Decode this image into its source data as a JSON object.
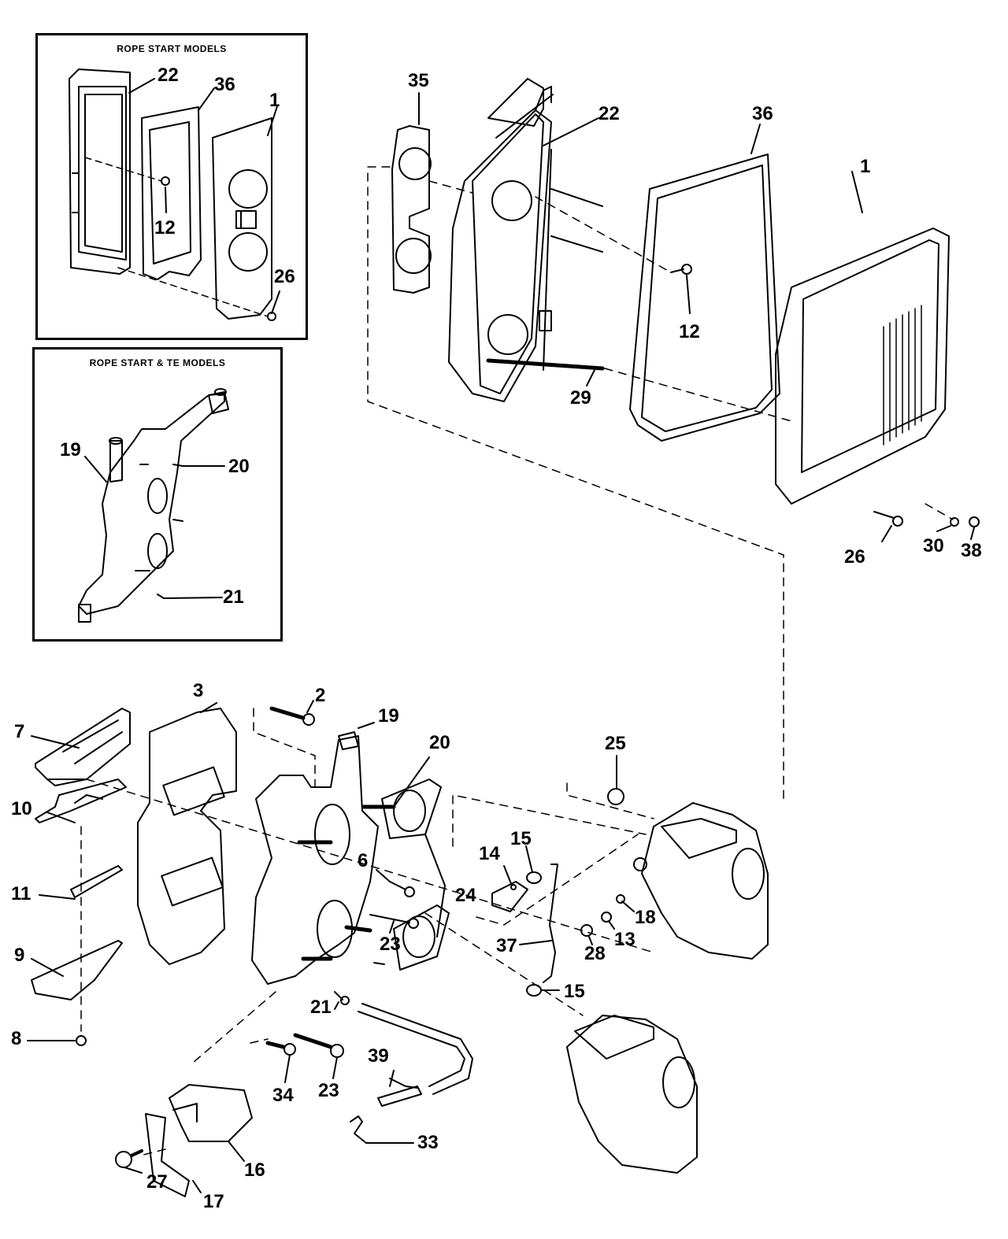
{
  "insets": [
    {
      "title": "ROPE START MODELS",
      "callouts": [
        "22",
        "36",
        "1",
        "12",
        "26"
      ]
    },
    {
      "title": "ROPE START & TE MODELS",
      "callouts": [
        "19",
        "20",
        "21"
      ]
    }
  ],
  "upper_assembly": {
    "callouts": [
      "35",
      "22",
      "36",
      "1",
      "12",
      "29",
      "26",
      "30",
      "38"
    ]
  },
  "lower_assembly": {
    "callouts": [
      "2",
      "3",
      "7",
      "10",
      "11",
      "9",
      "8",
      "19",
      "20",
      "6",
      "24",
      "23",
      "21",
      "14",
      "15",
      "15",
      "37",
      "25",
      "18",
      "13",
      "28",
      "16",
      "17",
      "27",
      "34",
      "23",
      "39",
      "33"
    ]
  },
  "labels": {
    "inset1_22": "22",
    "inset1_36": "36",
    "inset1_1": "1",
    "inset1_12": "12",
    "inset1_26": "26",
    "inset2_19": "19",
    "inset2_20": "20",
    "inset2_21": "21",
    "up_35": "35",
    "up_22": "22",
    "up_36": "36",
    "up_1": "1",
    "up_12": "12",
    "up_29": "29",
    "up_26": "26",
    "up_30": "30",
    "up_38": "38",
    "lo_2": "2",
    "lo_3": "3",
    "lo_7": "7",
    "lo_10": "10",
    "lo_11": "11",
    "lo_9": "9",
    "lo_8": "8",
    "lo_19": "19",
    "lo_20": "20",
    "lo_6": "6",
    "lo_24": "24",
    "lo_23a": "23",
    "lo_21": "21",
    "lo_14": "14",
    "lo_15a": "15",
    "lo_15b": "15",
    "lo_37": "37",
    "lo_25": "25",
    "lo_18": "18",
    "lo_13": "13",
    "lo_28": "28",
    "lo_16": "16",
    "lo_17": "17",
    "lo_27": "27",
    "lo_34": "34",
    "lo_23b": "23",
    "lo_39": "39",
    "lo_33": "33"
  }
}
